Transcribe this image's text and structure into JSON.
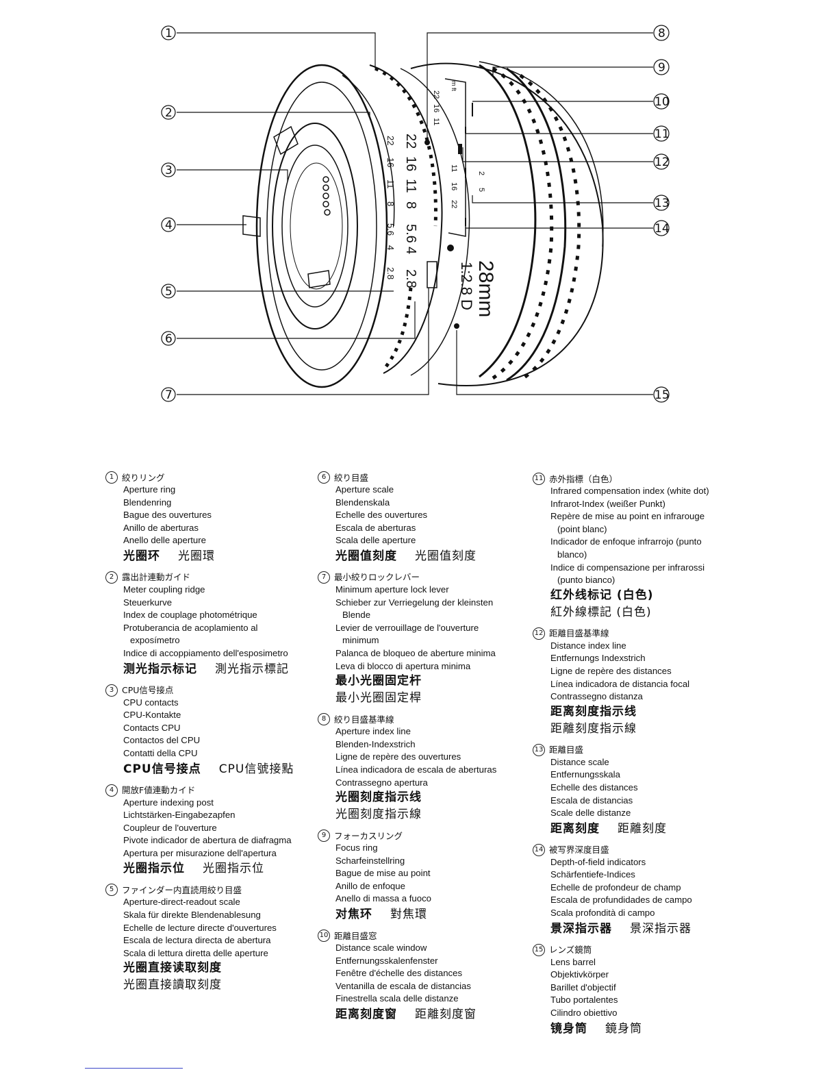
{
  "diagram": {
    "callouts": [
      "1",
      "2",
      "3",
      "4",
      "5",
      "6",
      "7",
      "8",
      "9",
      "10",
      "11",
      "12",
      "13",
      "14",
      "15"
    ],
    "lens_marking_focal": "28mm",
    "lens_marking_aperture": "1:2.8 D",
    "aperture_scale_values": [
      "22",
      "16",
      "11",
      "8",
      "5.6",
      "4",
      "2.8"
    ],
    "inner_scale_values": [
      "22",
      "16",
      "11",
      "8",
      "5.6",
      "4",
      "2.8"
    ],
    "dof_values_top": [
      "22",
      "16",
      "11"
    ],
    "dof_values_bottom": [
      "11",
      "16",
      "22"
    ],
    "distance_values": [
      "2",
      "5"
    ],
    "window_letters": "m ft"
  },
  "legend": [
    {
      "num": "1",
      "jp": "絞りリング",
      "lines": [
        "Aperture ring",
        "Blendenring",
        "Bague des ouvertures",
        "Anillo de aberturas",
        "Anello delle aperture"
      ],
      "cjk_bold": "光圈环",
      "cjk_regular": "光圈環"
    },
    {
      "num": "2",
      "jp": "露出計連動ガイド",
      "lines": [
        "Meter coupling ridge",
        "Steuerkurve",
        "Index de couplage photométrique",
        "Protuberancia de acoplamiento al",
        "exposímetro",
        "Indice di accoppiamento dell'esposimetro"
      ],
      "cjk_bold": "测光指示标记",
      "cjk_regular": "測光指示標記"
    },
    {
      "num": "3",
      "jp": "CPU信号接点",
      "lines": [
        "CPU contacts",
        "CPU-Kontakte",
        "Contacts CPU",
        "Contactos del CPU",
        "Contatti della CPU"
      ],
      "cjk_bold": "CPU信号接点",
      "cjk_regular": "CPU信號接點"
    },
    {
      "num": "4",
      "jp": "開放F値連動カイド",
      "lines": [
        "Aperture indexing post",
        "Lichtstärken-Eingabezapfen",
        "Coupleur de l'ouverture",
        "Pivote indicador de abertura de diafragma",
        "Apertura per misurazione dell'apertura"
      ],
      "cjk_bold": "光圈指示位",
      "cjk_regular": "光圈指示位"
    },
    {
      "num": "5",
      "jp": "ファインダー内直読用絞り目盛",
      "lines": [
        "Aperture-direct-readout scale",
        "Skala für direkte Blendenablesung",
        "Echelle de lecture directe d'ouvertures",
        "Escala de lectura directa de abertura",
        "Scala di lettura diretta delle aperture"
      ],
      "cjk_bold_line": "光圈直接读取刻度",
      "cjk_regular_line": "光圈直接讀取刻度"
    },
    {
      "num": "6",
      "jp": "絞り目盛",
      "lines": [
        "Aperture scale",
        "Blendenskala",
        "Echelle des ouvertures",
        "Escala de aberturas",
        "Scala delle aperture"
      ],
      "cjk_bold": "光圈值刻度",
      "cjk_regular": "光圈值刻度"
    },
    {
      "num": "7",
      "jp": "最小絞りロックレバー",
      "lines": [
        "Minimum aperture lock lever",
        "Schieber zur Verriegelung der kleinsten",
        "Blende",
        "Levier de verrouillage de l'ouverture",
        "minimum",
        "Palanca de bloqueo de aberture minima",
        "Leva di blocco di apertura minima"
      ],
      "cjk_bold_line": "最小光圈固定杆",
      "cjk_regular_line": "最小光圈固定桿"
    },
    {
      "num": "8",
      "jp": "絞り目盛基準線",
      "lines": [
        "Aperture index line",
        "Blenden-Indexstrich",
        "Ligne de repère des ouvertures",
        "Línea indicadora de escala de aberturas",
        "Contrassegno apertura"
      ],
      "cjk_bold_line": "光圈刻度指示线",
      "cjk_regular_line": "光圈刻度指示線"
    },
    {
      "num": "9",
      "jp": "フォーカスリング",
      "lines": [
        "Focus ring",
        "Scharfeinstellring",
        "Bague de mise au point",
        "Anillo de enfoque",
        "Anello di massa a fuoco"
      ],
      "cjk_bold": "对焦环",
      "cjk_regular": "對焦環"
    },
    {
      "num": "10",
      "jp": "距離目盛窓",
      "lines": [
        "Distance scale window",
        "Entfernungsskalenfenster",
        "Fenêtre d'échelle des distances",
        "Ventanilla de escala de distancias",
        "Finestrella scala delle distanze"
      ],
      "cjk_bold": "距离刻度窗",
      "cjk_regular": "距離刻度窗"
    },
    {
      "num": "11",
      "jp": "赤外指標（白色）",
      "lines": [
        "Infrared compensation index (white dot)",
        "Infrarot-Index (weißer Punkt)",
        "Repère de mise au point en infrarouge",
        "(point blanc)",
        "Indicador de enfoque infrarrojo (punto",
        "blanco)",
        "Indice di compensazione per infrarossi",
        "(punto bianco)"
      ],
      "cjk_bold_line": "红外线标记 (白色)",
      "cjk_regular_line": "紅外線標記 (白色)"
    },
    {
      "num": "12",
      "jp": "距離目盛基準線",
      "lines": [
        "Distance index line",
        "Entfernungs Indexstrich",
        "Ligne de repère des distances",
        "Línea indicadora de distancia focal",
        "Contrassegno distanza"
      ],
      "cjk_bold_line": "距离刻度指示线",
      "cjk_regular_line": "距離刻度指示線"
    },
    {
      "num": "13",
      "jp": "距離目盛",
      "lines": [
        "Distance scale",
        "Entfernungsskala",
        "Echelle des distances",
        "Escala de distancias",
        "Scale delle distanze"
      ],
      "cjk_bold": "距离刻度",
      "cjk_regular": "距離刻度"
    },
    {
      "num": "14",
      "jp": "被写界深度目盛",
      "lines": [
        "Depth-of-field indicators",
        "Schärfentiefe-Indices",
        "Echelle de profondeur de champ",
        "Escala de profundidades de campo",
        "Scala profondità di campo"
      ],
      "cjk_bold": "景深指示器",
      "cjk_regular": "景深指示器"
    },
    {
      "num": "15",
      "jp": "レンズ鏡筒",
      "lines": [
        "Lens barrel",
        "Objektivkörper",
        "Barillet d'objectif",
        "Tubo portalentes",
        "Cilindro obiettivo"
      ],
      "cjk_bold": "镜身筒",
      "cjk_regular": "鏡身筒"
    }
  ]
}
